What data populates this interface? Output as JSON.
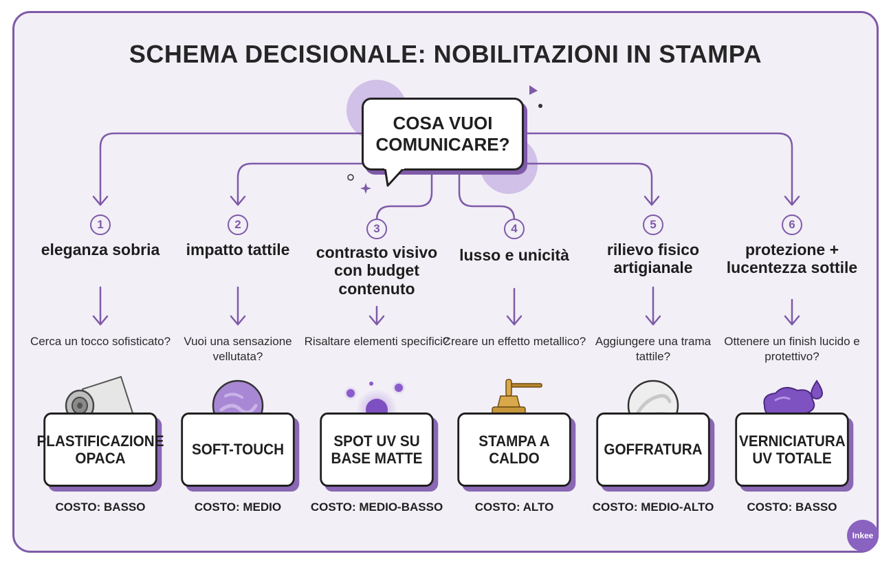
{
  "title": "SCHEMA DECISIONALE: NOBILITAZIONI IN STAMPA",
  "question": "COSA VUOI COMUNICARE?",
  "logo": "Inkee",
  "colors": {
    "accent": "#7e5aa8",
    "background": "#f2eff6",
    "text": "#1f1f1f"
  },
  "branches": [
    {
      "number": "1",
      "goal": "eleganza sobria",
      "question": "Cerca un tocco sofisticato?",
      "solution": "PLASTIFICAZIONE OPACA",
      "cost": "COSTO: BASSO",
      "icon": "paper-roll-icon"
    },
    {
      "number": "2",
      "goal": "impatto tattile",
      "question": "Vuoi una sensazione vellutata?",
      "solution": "SOFT-TOUCH",
      "cost": "COSTO: MEDIO",
      "icon": "velvet-sphere-icon"
    },
    {
      "number": "3",
      "goal": "contrasto visivo con budget contenuto",
      "question": "Risaltare elementi specifici?",
      "solution": "SPOT UV SU BASE MATTE",
      "cost": "COSTO: MEDIO-BASSO",
      "icon": "glow-dots-icon"
    },
    {
      "number": "4",
      "goal": "lusso e unicità",
      "question": "Creare un effetto metallico?",
      "solution": "STAMPA A CALDO",
      "cost": "COSTO: ALTO",
      "icon": "hot-stamp-press-icon"
    },
    {
      "number": "5",
      "goal": "rilievo fisico artigianale",
      "question": "Aggiungere una trama tattile?",
      "solution": "GOFFRATURA",
      "cost": "COSTO: MEDIO-ALTO",
      "icon": "embossed-disc-icon"
    },
    {
      "number": "6",
      "goal": "protezione + lucentezza sottile",
      "question": "Ottenere un finish lucido e protettivo?",
      "solution": "VERNICIATURA UV TOTALE",
      "cost": "COSTO: BASSO",
      "icon": "liquid-splash-icon"
    }
  ]
}
